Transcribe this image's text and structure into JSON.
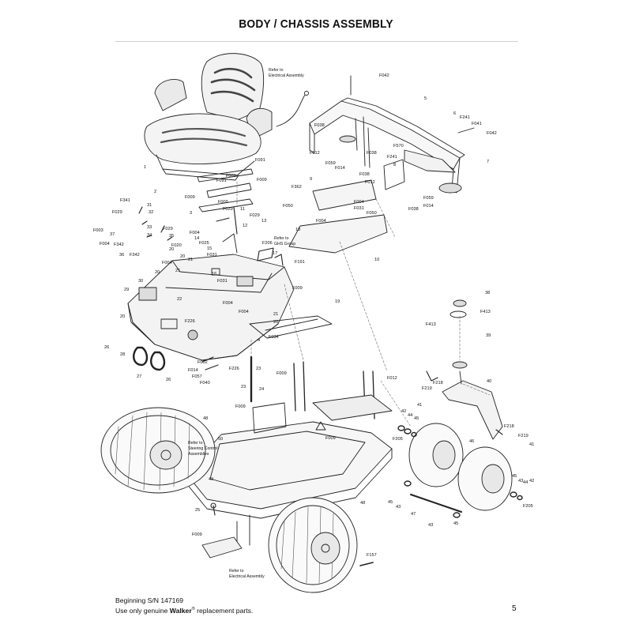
{
  "page": {
    "title": "BODY / CHASSIS ASSEMBLY",
    "footer_line1": "Beginning S/N 147169",
    "footer_line2_prefix": "Use only genuine ",
    "footer_brand": "Walker",
    "footer_reg": "®",
    "footer_line2_suffix": " replacement parts.",
    "page_number": "5"
  },
  "notes": {
    "electrical_top_1": "Refer to",
    "electrical_top_2": "Electrical Assembly",
    "ghs_1": "Refer to",
    "ghs_2": "GHS Group",
    "steering_1": "Refer to",
    "steering_2": "Steering Control",
    "steering_3": "Assemblies",
    "electrical_bottom_1": "Refer to",
    "electrical_bottom_2": "Electrical Assembly"
  },
  "callouts": [
    "F042",
    "5",
    "F038",
    "6",
    "F241",
    "F041",
    "F042",
    "F038",
    "F012",
    "F059",
    "F014",
    "F570",
    "F241",
    "8",
    "F038",
    "7",
    "F059",
    "F014",
    "F038",
    "F091",
    "F009",
    "F091",
    "F009",
    "1",
    "2",
    "F009",
    "F009",
    "F029",
    "3",
    "F362",
    "9",
    "F012",
    "F050",
    "F004",
    "F031",
    "F050",
    "F004",
    "10",
    "F341",
    "31",
    "F029",
    "32",
    "F003",
    "37",
    "33",
    "F029",
    "F004",
    "F342",
    "34",
    "35",
    "F020",
    "36",
    "F342",
    "F004",
    "F004",
    "14",
    "F025",
    "15",
    "F031",
    "11",
    "F029",
    "13",
    "F206",
    "17",
    "18",
    "16",
    "F191",
    "12",
    "F031",
    "20",
    "20",
    "21",
    "20",
    "21",
    "30",
    "29",
    "22",
    "F004",
    "F004",
    "F009",
    "21",
    "20",
    "20",
    "19",
    "F226",
    "F034",
    "26",
    "28",
    "27",
    "26",
    "F014",
    "F057",
    "F040",
    "F002",
    "F226",
    "4",
    "23",
    "F009",
    "23",
    "24",
    "F009",
    "38",
    "F413",
    "F413",
    "39",
    "F012",
    "F219",
    "F218",
    "41",
    "42",
    "44",
    "45",
    "40",
    "F205",
    "F009",
    "48",
    "50",
    "49",
    "25",
    "F009",
    "F218",
    "F219",
    "46",
    "41",
    "45",
    "43",
    "44",
    "42",
    "F205",
    "45",
    "43",
    "47",
    "43",
    "45",
    "48",
    "F157"
  ]
}
